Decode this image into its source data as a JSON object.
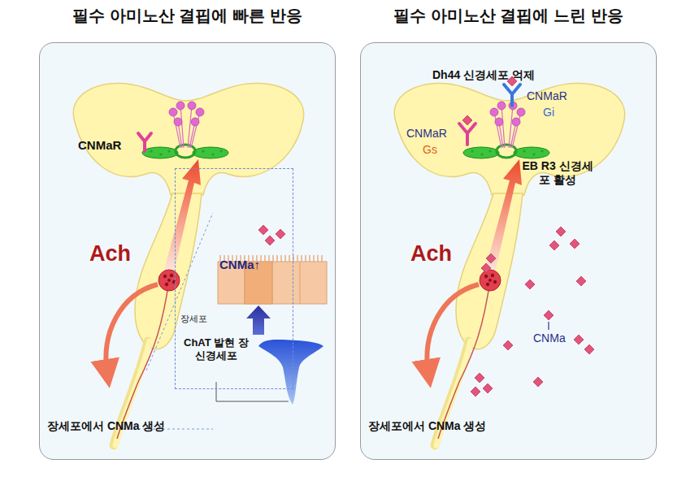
{
  "diagram": {
    "nodes": [
      {
        "text": [
          "필수 아미노산 결핍에 빠른 반응"
        ]
      },
      {
        "text": [
          "CNMa↑",
          "장세포",
          "ChAT 발현 장 신경세포"
        ],
        "in": 0
      },
      {
        "text": [
          "필수 아미노산 결핍에 느린 반응"
        ]
      }
    ],
    "labels": [
      "CNMaR",
      "Ach",
      "장세포에서 CNMa 생성",
      "Dh44 신경세포 억제",
      "CNMaR",
      "Gi",
      "CNMaR",
      "Gs",
      "EB R3 신경세포 활성",
      "Ach",
      "CNMa",
      "장세포에서 CNMa 생성"
    ]
  }
}
